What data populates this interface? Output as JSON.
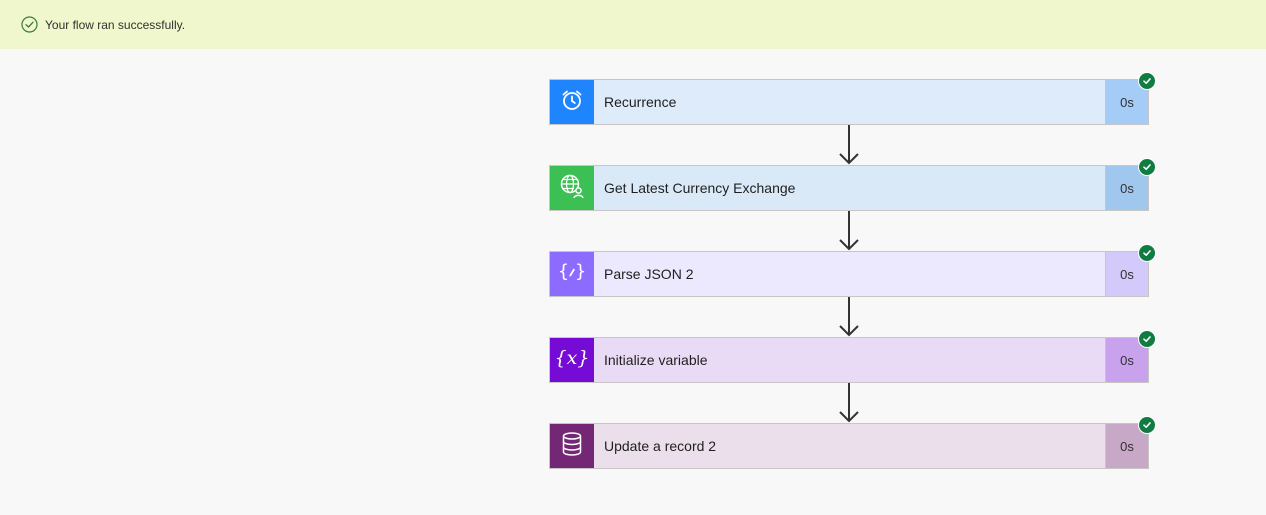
{
  "banner": {
    "message": "Your flow ran successfully.",
    "icon": "check-circle-icon",
    "background": "#f0f7cc"
  },
  "steps": [
    {
      "title": "Recurrence",
      "duration": "0s",
      "icon": "alarm-clock-icon",
      "icon_bg": "#1f85ff",
      "body_bg": "#ddebfb",
      "duration_bg": "#a5cbf7",
      "status": "succeeded"
    },
    {
      "title": "Get Latest Currency Exchange",
      "duration": "0s",
      "icon": "globe-person-icon",
      "icon_bg": "#3cc054",
      "body_bg": "#d9e9f7",
      "duration_bg": "#a0c8ee",
      "status": "succeeded"
    },
    {
      "title": "Parse JSON 2",
      "duration": "0s",
      "icon": "braces-pen-icon",
      "icon_bg": "#8c6cff",
      "body_bg": "#ece8fd",
      "duration_bg": "#d3c9fb",
      "status": "succeeded"
    },
    {
      "title": "Initialize variable",
      "duration": "0s",
      "icon": "braces-x-icon",
      "icon_bg": "#770bd6",
      "body_bg": "#e9dbf6",
      "duration_bg": "#c9a2ee",
      "status": "succeeded"
    },
    {
      "title": "Update a record 2",
      "duration": "0s",
      "icon": "database-icon",
      "icon_bg": "#742774",
      "body_bg": "#eadfea",
      "duration_bg": "#c7a9c7",
      "status": "succeeded"
    }
  ],
  "colors": {
    "success": "#107c41",
    "connector": "#333333"
  }
}
